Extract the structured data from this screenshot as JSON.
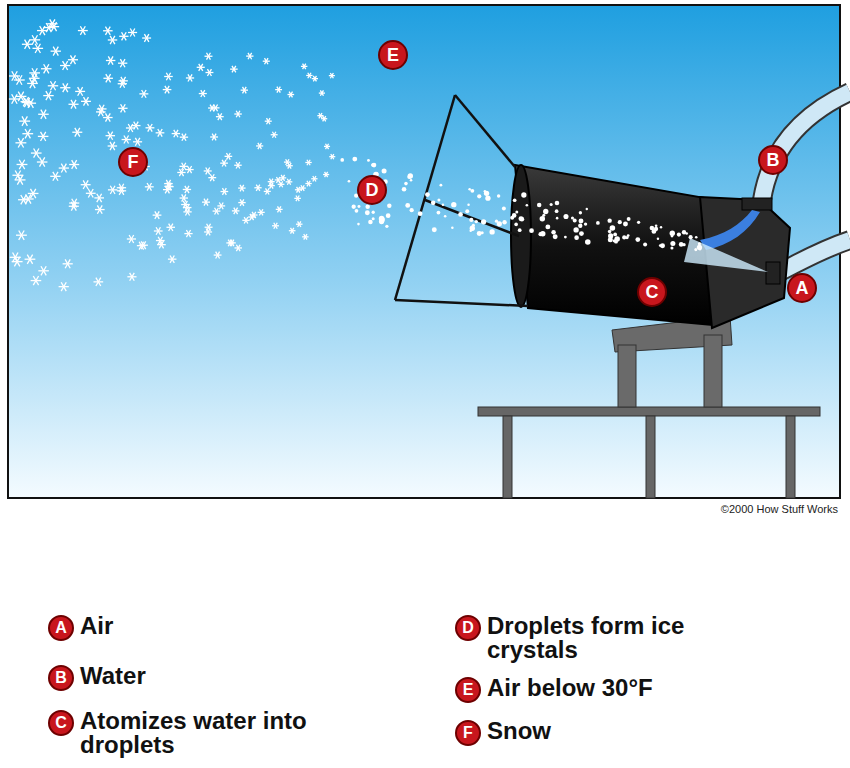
{
  "diagram": {
    "labels": [
      "A",
      "B",
      "C",
      "D",
      "E",
      "F",
      "©2000 How Stuff Works",
      "A",
      "B",
      "C",
      "D",
      "E",
      "F"
    ],
    "legend": [
      {
        "text": "Air"
      },
      {
        "text": "Water"
      },
      {
        "text": "Atomizes water into droplets"
      },
      {
        "text": "Droplets form ice crystals"
      },
      {
        "text": "Air below 30°F"
      },
      {
        "text": "Snow"
      }
    ]
  }
}
